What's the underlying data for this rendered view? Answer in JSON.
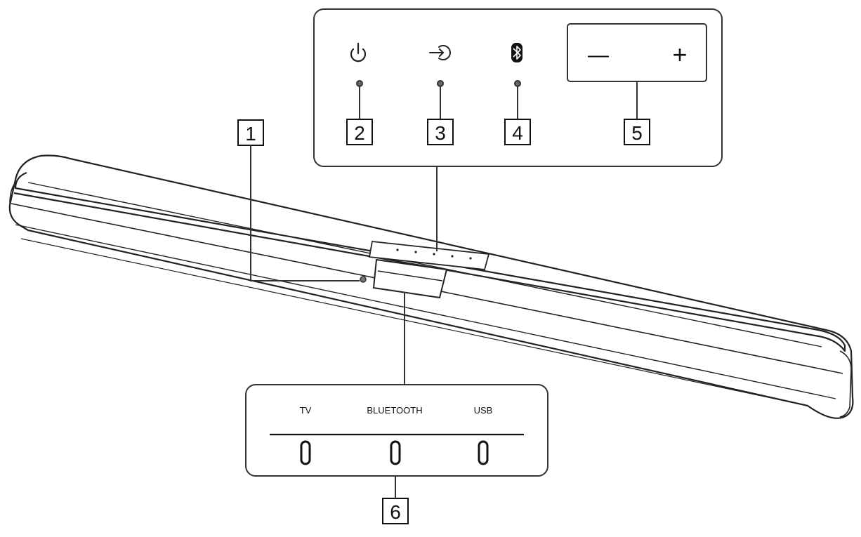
{
  "callouts": {
    "c1": "1",
    "c2": "2",
    "c3": "3",
    "c4": "4",
    "c5": "5",
    "c6": "6"
  },
  "top_panel": {
    "power_icon": "power-icon",
    "input_icon": "input-icon",
    "bluetooth_icon": "bluetooth-icon",
    "volume_minus": "—",
    "volume_plus": "+"
  },
  "indicator_panel": {
    "tv_label": "TV",
    "bluetooth_label": "BLUETOOTH",
    "usb_label": "USB"
  },
  "colors": {
    "line": "#222222",
    "panel_border": "#444444",
    "bar_fill": "#ffffff"
  }
}
